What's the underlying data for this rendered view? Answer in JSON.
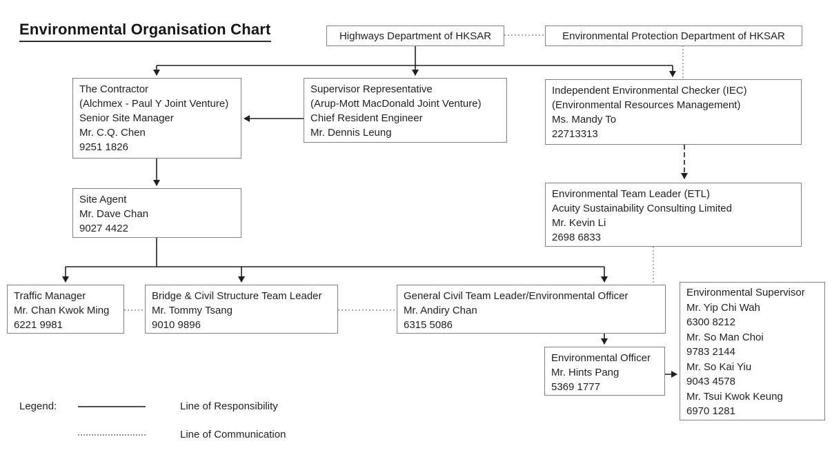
{
  "title": "Environmental Organisation Chart",
  "nodes": {
    "highways": {
      "lines": [
        "Highways Department of HKSAR"
      ]
    },
    "epd": {
      "lines": [
        "Environmental Protection Department of HKSAR"
      ]
    },
    "contractor": {
      "lines": [
        "The Contractor",
        "(Alchmex - Paul Y Joint Venture)",
        "Senior Site Manager",
        "Mr. C.Q. Chen",
        "9251 1826"
      ]
    },
    "supervisor_representative": {
      "lines": [
        "Supervisor Representative",
        "(Arup-Mott MacDonald Joint Venture)",
        "Chief Resident Engineer",
        "Mr. Dennis Leung"
      ]
    },
    "iec": {
      "lines": [
        "Independent Environmental Checker (IEC)",
        "(Environmental Resources Management)",
        "Ms. Mandy To",
        "22713313"
      ]
    },
    "site_agent": {
      "lines": [
        "Site Agent",
        "Mr. Dave Chan",
        "9027 4422"
      ]
    },
    "etl": {
      "lines": [
        "Environmental Team Leader (ETL)",
        "Acuity Sustainability Consulting Limited",
        "Mr. Kevin Li",
        "2698 6833"
      ]
    },
    "traffic_manager": {
      "lines": [
        "Traffic Manager",
        "Mr. Chan Kwok Ming",
        "6221 9981"
      ]
    },
    "bridge_team_leader": {
      "lines": [
        "Bridge & Civil Structure Team Leader",
        "Mr. Tommy Tsang",
        "9010 9896"
      ]
    },
    "general_civil_team_leader": {
      "lines": [
        "General Civil Team Leader/Environmental Officer",
        "Mr. Andiry Chan",
        "6315 5086"
      ]
    },
    "environmental_supervisor": {
      "lines": [
        "Environmental Supervisor",
        "Mr. Yip Chi Wah",
        "6300 8212",
        "Mr. So Man Choi",
        "9783 2144",
        "Mr. So Kai Yiu",
        "9043 4578",
        "Mr. Tsui Kwok Keung",
        "6970 1281"
      ]
    },
    "environmental_officer": {
      "lines": [
        "Environmental Officer",
        "Mr. Hints Pang",
        "5369 1777"
      ]
    }
  },
  "edges": [
    {
      "from": "highways",
      "to": "contractor",
      "type": "responsibility"
    },
    {
      "from": "highways",
      "to": "supervisor_representative",
      "type": "responsibility"
    },
    {
      "from": "highways",
      "to": "iec",
      "type": "responsibility"
    },
    {
      "from": "highways",
      "to": "epd",
      "type": "communication"
    },
    {
      "from": "epd",
      "to": "iec",
      "type": "communication"
    },
    {
      "from": "supervisor_representative",
      "to": "contractor",
      "type": "responsibility"
    },
    {
      "from": "contractor",
      "to": "site_agent",
      "type": "responsibility"
    },
    {
      "from": "iec",
      "to": "etl",
      "type": "responsibility-dashed"
    },
    {
      "from": "site_agent",
      "to": "traffic_manager",
      "type": "responsibility"
    },
    {
      "from": "site_agent",
      "to": "bridge_team_leader",
      "type": "responsibility"
    },
    {
      "from": "site_agent",
      "to": "general_civil_team_leader",
      "type": "responsibility"
    },
    {
      "from": "etl",
      "to": "general_civil_team_leader",
      "type": "communication"
    },
    {
      "from": "traffic_manager",
      "to": "bridge_team_leader",
      "type": "communication"
    },
    {
      "from": "bridge_team_leader",
      "to": "general_civil_team_leader",
      "type": "communication"
    },
    {
      "from": "general_civil_team_leader",
      "to": "environmental_officer",
      "type": "responsibility"
    },
    {
      "from": "environmental_officer",
      "to": "environmental_supervisor",
      "type": "responsibility"
    }
  ],
  "legend": {
    "label": "Legend:",
    "items": [
      {
        "style": "solid",
        "label": "Line of Responsibility"
      },
      {
        "style": "dotted",
        "label": "Line of Communication"
      }
    ]
  },
  "colors": {
    "text": "#1f1f1f",
    "box_border": "#808080",
    "responsibility_line": "#1f1f1f",
    "communication_line": "#8c8c8c",
    "background": "#ffffff"
  }
}
